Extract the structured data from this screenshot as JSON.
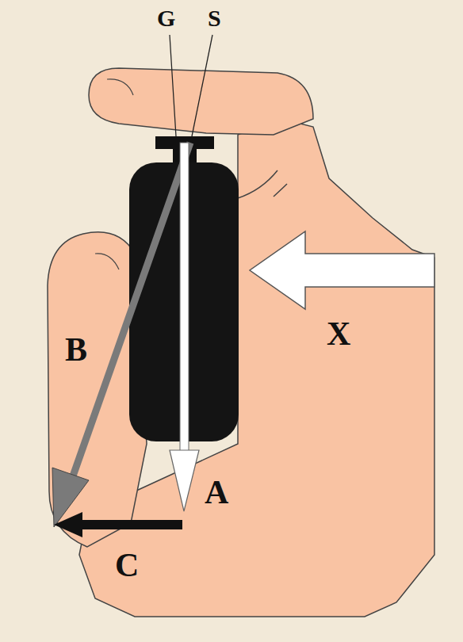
{
  "diagram": {
    "labels": [
      "G",
      "S",
      "X",
      "B",
      "A",
      "C"
    ]
  }
}
